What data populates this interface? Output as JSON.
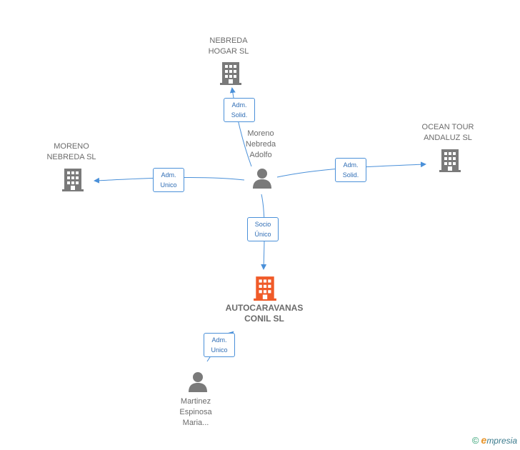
{
  "nodes": {
    "nebreda_hogar": {
      "line1": "NEBREDA",
      "line2": "HOGAR SL"
    },
    "moreno_nebreda_sl": {
      "line1": "MORENO",
      "line2": "NEBREDA SL"
    },
    "ocean_tour": {
      "line1": "OCEAN TOUR",
      "line2": "ANDALUZ SL"
    },
    "autocaravanas": {
      "line1": "AUTOCARAVANAS",
      "line2": "CONIL SL"
    },
    "moreno_person": {
      "line1": "Moreno",
      "line2": "Nebreda",
      "line3": "Adolfo"
    },
    "martinez_person": {
      "line1": "Martinez",
      "line2": "Espinosa",
      "line3": "Maria..."
    }
  },
  "edges": {
    "to_hogar": {
      "line1": "Adm.",
      "line2": "Solid."
    },
    "to_moreno_sl": {
      "line1": "Adm.",
      "line2": "Unico"
    },
    "to_ocean": {
      "line1": "Adm.",
      "line2": "Solid."
    },
    "to_autocaravanas": {
      "line1": "Socio",
      "line2": "Único"
    },
    "martinez_to_autocaravanas": {
      "line1": "Adm.",
      "line2": "Unico"
    }
  },
  "colors": {
    "company": "#7a7a7a",
    "main_company": "#f05a28",
    "person": "#7a7a7a",
    "edge": "#4a90d9"
  },
  "footer": {
    "copyright": "©",
    "brand_first": "e",
    "brand_rest": "mpresia"
  }
}
